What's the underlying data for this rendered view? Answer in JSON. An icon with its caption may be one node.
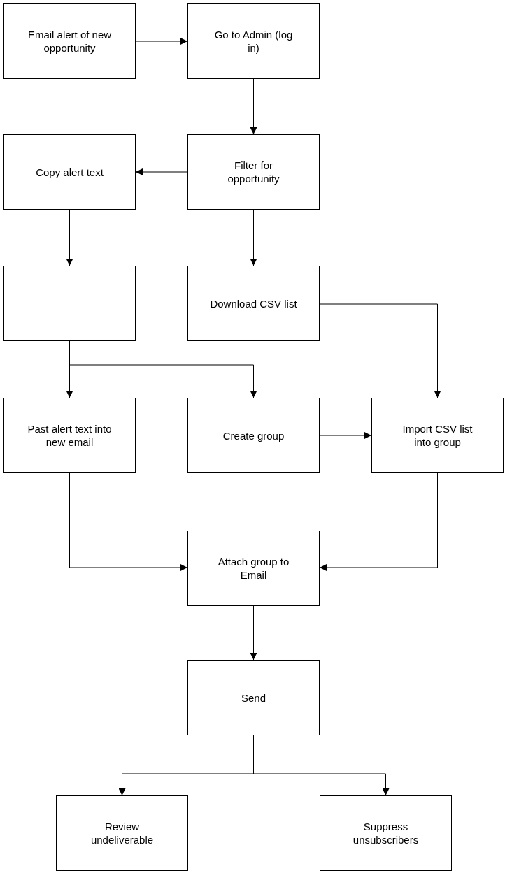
{
  "diagram": {
    "nodes": [
      {
        "text": [
          "Email alert of new opportunity"
        ]
      },
      {
        "text": [
          "Go to Admin (log in)"
        ]
      },
      {
        "text": [
          "Copy alert text"
        ]
      },
      {
        "text": [
          "Filter for opportunity"
        ]
      },
      {
        "text": [],
        "shape": "box"
      },
      {
        "text": [
          "Download CSV list"
        ]
      },
      {
        "text": [
          "Past alert text into new email"
        ]
      },
      {
        "text": [
          "Create group"
        ]
      },
      {
        "text": [
          "Import CSV list into group"
        ]
      },
      {
        "text": [
          "Attach group to Email"
        ]
      },
      {
        "text": [
          "Send"
        ]
      },
      {
        "text": [
          "Review undeliverable"
        ]
      },
      {
        "text": [
          "Suppress unsubscribers"
        ]
      }
    ],
    "edges": [
      {
        "from": 0,
        "to": 1,
        "arrow": "to"
      },
      {
        "from": 1,
        "to": 3,
        "arrow": "to"
      },
      {
        "from": 3,
        "to": 2,
        "arrow": "to"
      },
      {
        "from": 2,
        "to": 4,
        "arrow": "to"
      },
      {
        "from": 3,
        "to": 5,
        "arrow": "to"
      },
      {
        "from": 4,
        "to": 6,
        "arrow": "to"
      },
      {
        "from": 4,
        "to": 7,
        "arrow": "to"
      },
      {
        "from": 5,
        "to": 8,
        "arrow": "to"
      },
      {
        "from": 7,
        "to": 8,
        "arrow": "to"
      },
      {
        "from": 6,
        "to": 9,
        "arrow": "to"
      },
      {
        "from": 8,
        "to": 9,
        "arrow": "to"
      },
      {
        "from": 9,
        "to": 10,
        "arrow": "to"
      },
      {
        "from": 10,
        "to": 11,
        "arrow": "to"
      },
      {
        "from": 10,
        "to": 12,
        "arrow": "to"
      }
    ]
  }
}
